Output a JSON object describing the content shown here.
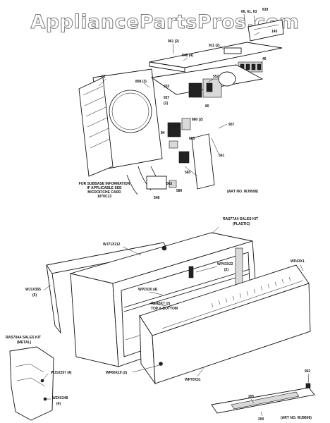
{
  "watermark": "AppliancePartsPros.com",
  "top_diagram": {
    "labels": [
      "66, 61, 63",
      "819",
      "145",
      "46",
      "961 (2)",
      "948 (4)",
      "911 (2)",
      "52",
      "808 (3)",
      "552",
      "933",
      "927",
      "(2)",
      "80",
      "880 (2)",
      "84",
      "865",
      "957",
      "561",
      "583",
      "580",
      "562",
      "548"
    ],
    "note": [
      "FOR SUBBASE INFORMATION",
      "IF APPLICABLE SEE",
      "MICROFICHE CARD",
      "1070C13"
    ],
    "art_no": "(ART NO. WJ9508)"
  },
  "bottom_diagram": {
    "labels": [
      "RAS77A4 SALES KIT",
      "(PLASTIC)",
      "WJ71X112",
      "WP43X22",
      "(2)",
      "WP43X1",
      "WJ1X355",
      "(6)",
      "WP2X20 (4)",
      "WP43X7 (2)",
      "TOP & BOTTOM",
      "RAS70A4 SALES KIT",
      "(METAL)",
      "WJ1X257 (4)",
      "WP66X19 (2)",
      "WP70X31",
      "WZ4X248",
      "(4)",
      "952",
      "205",
      "200"
    ],
    "art_no": "(ART NO. WJ9608)"
  }
}
